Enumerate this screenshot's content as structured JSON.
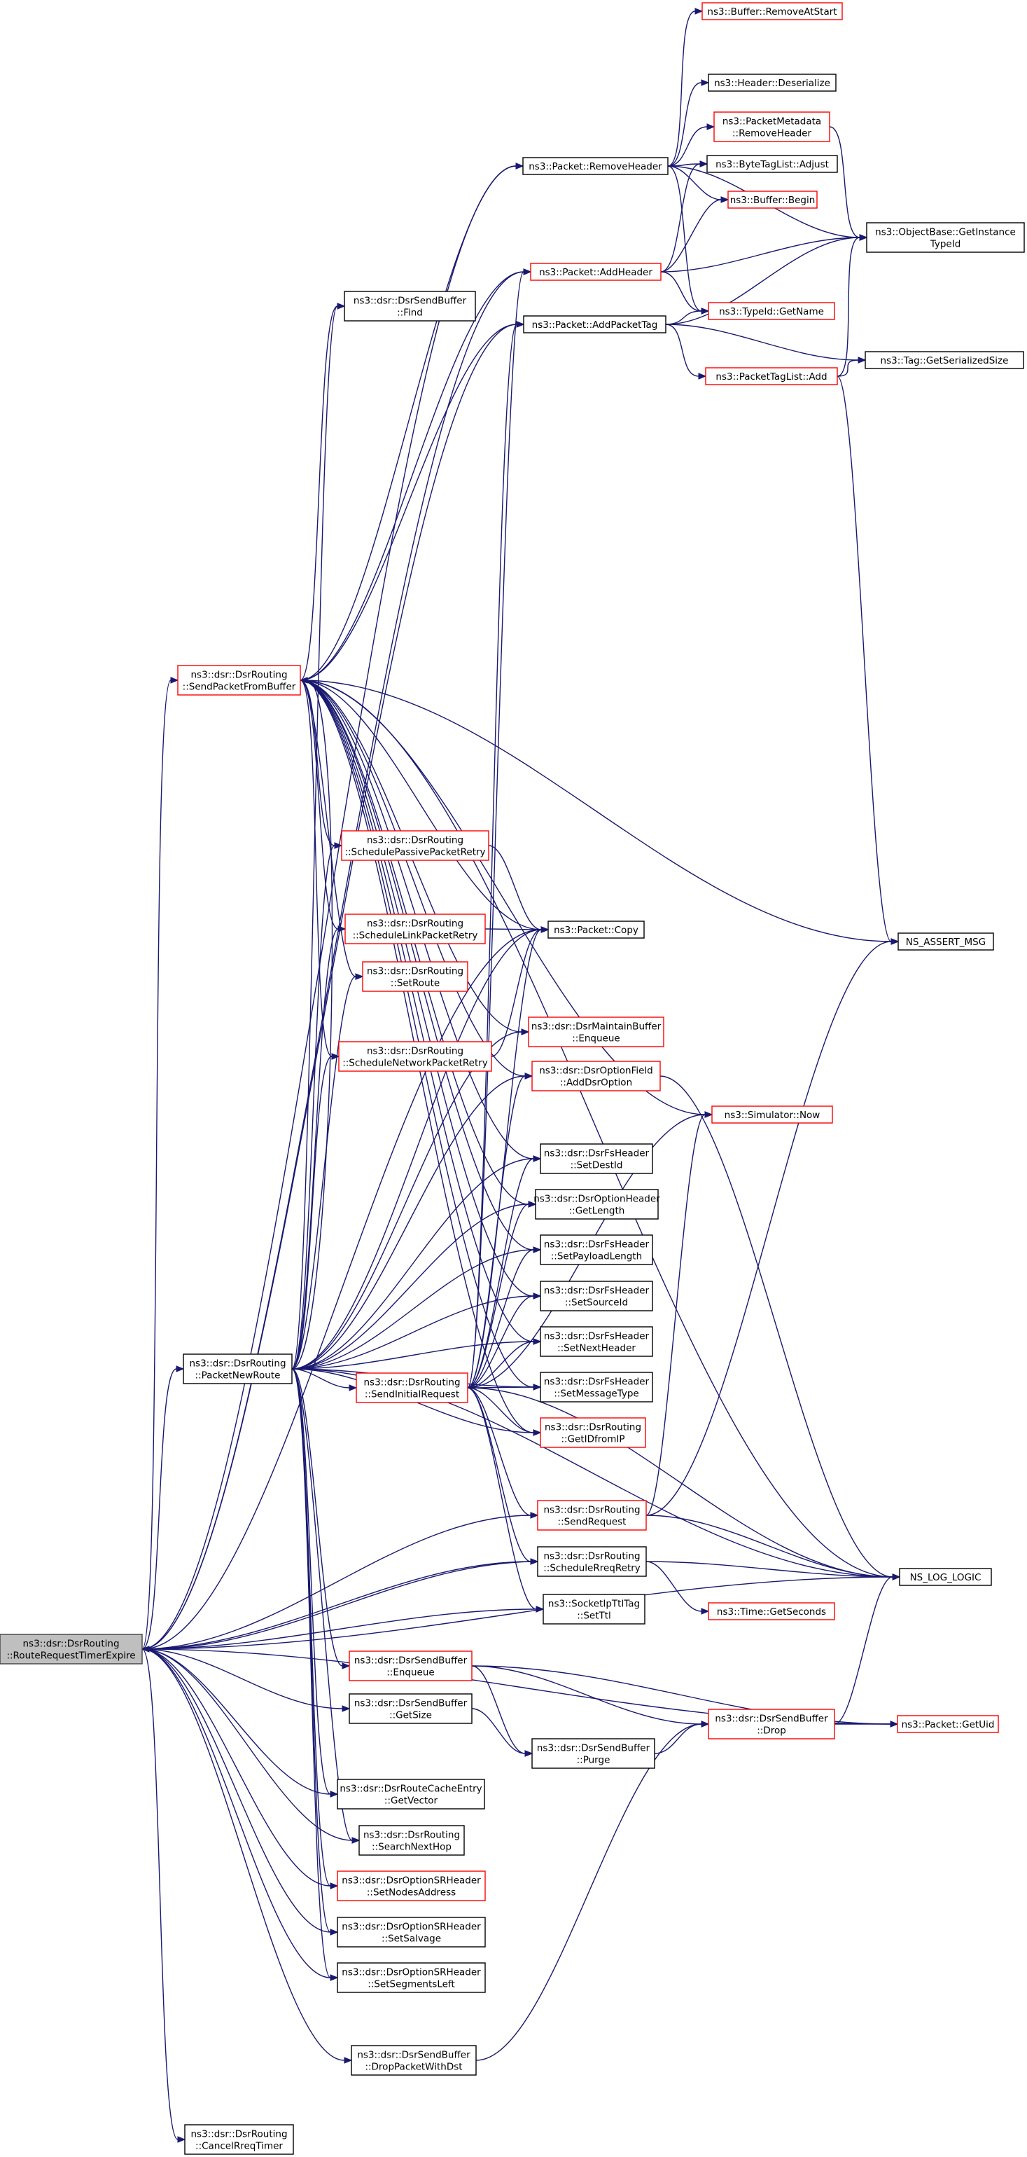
{
  "colors": {
    "edge": "#191970",
    "node_border_documented": "#000000",
    "node_border_truncated": "#ff0000",
    "node_fill": "#ffffff",
    "root_fill": "#bfbfbf",
    "root_border": "#404040"
  },
  "nodes": [
    {
      "id": "root",
      "lines": [
        "ns3::dsr::DsrRouting",
        "::RouteRequestTimerExpire"
      ],
      "style": "root"
    },
    {
      "id": "sendPacketFromBuffer",
      "lines": [
        "ns3::dsr::DsrRouting",
        "::SendPacketFromBuffer"
      ],
      "style": "red"
    },
    {
      "id": "packetNewRoute",
      "lines": [
        "ns3::dsr::DsrRouting",
        "::PacketNewRoute"
      ],
      "style": "black"
    },
    {
      "id": "cancelRreqTimer",
      "lines": [
        "ns3::dsr::DsrRouting",
        "::CancelRreqTimer"
      ],
      "style": "black"
    },
    {
      "id": "bufRemoveAtStart",
      "lines": [
        "ns3::Buffer::RemoveAtStart"
      ],
      "style": "red"
    },
    {
      "id": "headerDeserialize",
      "lines": [
        "ns3::Header::Deserialize"
      ],
      "style": "black"
    },
    {
      "id": "pmRemoveHeader",
      "lines": [
        "ns3::PacketMetadata",
        "::RemoveHeader"
      ],
      "style": "red"
    },
    {
      "id": "packetRemoveHeader",
      "lines": [
        "ns3::Packet::RemoveHeader"
      ],
      "style": "black"
    },
    {
      "id": "byteTagAdjust",
      "lines": [
        "ns3::ByteTagList::Adjust"
      ],
      "style": "black"
    },
    {
      "id": "bufBegin",
      "lines": [
        "ns3::Buffer::Begin"
      ],
      "style": "red"
    },
    {
      "id": "objGetInstanceTypeId",
      "lines": [
        "ns3::ObjectBase::GetInstance",
        "TypeId"
      ],
      "style": "black"
    },
    {
      "id": "dsrSendBufferFind",
      "lines": [
        "ns3::dsr::DsrSendBuffer",
        "::Find"
      ],
      "style": "black"
    },
    {
      "id": "packetAddHeader",
      "lines": [
        "ns3::Packet::AddHeader"
      ],
      "style": "red"
    },
    {
      "id": "typeIdGetName",
      "lines": [
        "ns3::TypeId::GetName"
      ],
      "style": "red"
    },
    {
      "id": "packetAddPacketTag",
      "lines": [
        "ns3::Packet::AddPacketTag"
      ],
      "style": "black"
    },
    {
      "id": "packetTagListAdd",
      "lines": [
        "ns3::PacketTagList::Add"
      ],
      "style": "red"
    },
    {
      "id": "tagGetSerializedSize",
      "lines": [
        "ns3::Tag::GetSerializedSize"
      ],
      "style": "black"
    },
    {
      "id": "schedulePassive",
      "lines": [
        "ns3::dsr::DsrRouting",
        "::SchedulePassivePacketRetry"
      ],
      "style": "red"
    },
    {
      "id": "scheduleLink",
      "lines": [
        "ns3::dsr::DsrRouting",
        "::ScheduleLinkPacketRetry"
      ],
      "style": "red"
    },
    {
      "id": "packetCopy",
      "lines": [
        "ns3::Packet::Copy"
      ],
      "style": "black"
    },
    {
      "id": "nsAssertMsg",
      "lines": [
        "NS_ASSERT_MSG"
      ],
      "style": "black"
    },
    {
      "id": "setRoute",
      "lines": [
        "ns3::dsr::DsrRouting",
        "::SetRoute"
      ],
      "style": "red"
    },
    {
      "id": "scheduleNetwork",
      "lines": [
        "ns3::dsr::DsrRouting",
        "::ScheduleNetworkPacketRetry"
      ],
      "style": "red"
    },
    {
      "id": "maintainEnqueue",
      "lines": [
        "ns3::dsr::DsrMaintainBuffer",
        "::Enqueue"
      ],
      "style": "red"
    },
    {
      "id": "addDsrOption",
      "lines": [
        "ns3::dsr::DsrOptionField",
        "::AddDsrOption"
      ],
      "style": "red"
    },
    {
      "id": "simulatorNow",
      "lines": [
        "ns3::Simulator::Now"
      ],
      "style": "red"
    },
    {
      "id": "fsSetDestId",
      "lines": [
        "ns3::dsr::DsrFsHeader",
        "::SetDestId"
      ],
      "style": "black"
    },
    {
      "id": "optGetLength",
      "lines": [
        "ns3::dsr::DsrOptionHeader",
        "::GetLength"
      ],
      "style": "black"
    },
    {
      "id": "fsSetPayloadLength",
      "lines": [
        "ns3::dsr::DsrFsHeader",
        "::SetPayloadLength"
      ],
      "style": "black"
    },
    {
      "id": "fsSetSourceId",
      "lines": [
        "ns3::dsr::DsrFsHeader",
        "::SetSourceId"
      ],
      "style": "black"
    },
    {
      "id": "fsSetNextHeader",
      "lines": [
        "ns3::dsr::DsrFsHeader",
        "::SetNextHeader"
      ],
      "style": "black"
    },
    {
      "id": "sendInitialRequest",
      "lines": [
        "ns3::dsr::DsrRouting",
        "::SendInitialRequest"
      ],
      "style": "red"
    },
    {
      "id": "fsSetMessageType",
      "lines": [
        "ns3::dsr::DsrFsHeader",
        "::SetMessageType"
      ],
      "style": "black"
    },
    {
      "id": "getIDfromIP",
      "lines": [
        "ns3::dsr::DsrRouting",
        "::GetIDfromIP"
      ],
      "style": "red"
    },
    {
      "id": "sendRequest",
      "lines": [
        "ns3::dsr::DsrRouting",
        "::SendRequest"
      ],
      "style": "red"
    },
    {
      "id": "scheduleRreqRetry",
      "lines": [
        "ns3::dsr::DsrRouting",
        "::ScheduleRreqRetry"
      ],
      "style": "black"
    },
    {
      "id": "nsLogLogic",
      "lines": [
        "NS_LOG_LOGIC"
      ],
      "style": "black"
    },
    {
      "id": "socketSetTtl",
      "lines": [
        "ns3::SocketIpTtlTag",
        "::SetTtl"
      ],
      "style": "black"
    },
    {
      "id": "timeGetSeconds",
      "lines": [
        "ns3::Time::GetSeconds"
      ],
      "style": "red"
    },
    {
      "id": "sendBufferEnqueue",
      "lines": [
        "ns3::dsr::DsrSendBuffer",
        "::Enqueue"
      ],
      "style": "red"
    },
    {
      "id": "sendBufferGetSize",
      "lines": [
        "ns3::dsr::DsrSendBuffer",
        "::GetSize"
      ],
      "style": "black"
    },
    {
      "id": "sendBufferDrop",
      "lines": [
        "ns3::dsr::DsrSendBuffer",
        "::Drop"
      ],
      "style": "red"
    },
    {
      "id": "packetGetUid",
      "lines": [
        "ns3::Packet::GetUid"
      ],
      "style": "red"
    },
    {
      "id": "sendBufferPurge",
      "lines": [
        "ns3::dsr::DsrSendBuffer",
        "::Purge"
      ],
      "style": "black"
    },
    {
      "id": "routeCacheGetVector",
      "lines": [
        "ns3::dsr::DsrRouteCacheEntry",
        "::GetVector"
      ],
      "style": "black"
    },
    {
      "id": "searchNextHop",
      "lines": [
        "ns3::dsr::DsrRouting",
        "::SearchNextHop"
      ],
      "style": "black"
    },
    {
      "id": "srSetNodesAddress",
      "lines": [
        "ns3::dsr::DsrOptionSRHeader",
        "::SetNodesAddress"
      ],
      "style": "red"
    },
    {
      "id": "srSetSalvage",
      "lines": [
        "ns3::dsr::DsrOptionSRHeader",
        "::SetSalvage"
      ],
      "style": "black"
    },
    {
      "id": "srSetSegmentsLeft",
      "lines": [
        "ns3::dsr::DsrOptionSRHeader",
        "::SetSegmentsLeft"
      ],
      "style": "black"
    },
    {
      "id": "dropPacketWithDst",
      "lines": [
        "ns3::dsr::DsrSendBuffer",
        "::DropPacketWithDst"
      ],
      "style": "black"
    }
  ],
  "edges": [
    [
      "root",
      "sendPacketFromBuffer"
    ],
    [
      "root",
      "packetNewRoute"
    ],
    [
      "root",
      "cancelRreqTimer"
    ],
    [
      "root",
      "packetRemoveHeader"
    ],
    [
      "root",
      "packetAddHeader"
    ],
    [
      "root",
      "packetAddPacketTag"
    ],
    [
      "root",
      "packetCopy"
    ],
    [
      "root",
      "sendRequest"
    ],
    [
      "root",
      "scheduleRreqRetry"
    ],
    [
      "root",
      "sendBufferGetSize"
    ],
    [
      "root",
      "routeCacheGetVector"
    ],
    [
      "root",
      "searchNextHop"
    ],
    [
      "root",
      "srSetNodesAddress"
    ],
    [
      "root",
      "srSetSalvage"
    ],
    [
      "root",
      "srSetSegmentsLeft"
    ],
    [
      "root",
      "dropPacketWithDst"
    ],
    [
      "root",
      "socketSetTtl"
    ],
    [
      "root",
      "packetGetUid"
    ],
    [
      "root",
      "nsLogLogic"
    ],
    [
      "sendPacketFromBuffer",
      "dsrSendBufferFind"
    ],
    [
      "sendPacketFromBuffer",
      "packetRemoveHeader"
    ],
    [
      "sendPacketFromBuffer",
      "packetAddHeader"
    ],
    [
      "sendPacketFromBuffer",
      "packetAddPacketTag"
    ],
    [
      "sendPacketFromBuffer",
      "schedulePassive"
    ],
    [
      "sendPacketFromBuffer",
      "scheduleLink"
    ],
    [
      "sendPacketFromBuffer",
      "packetCopy"
    ],
    [
      "sendPacketFromBuffer",
      "setRoute"
    ],
    [
      "sendPacketFromBuffer",
      "scheduleNetwork"
    ],
    [
      "sendPacketFromBuffer",
      "maintainEnqueue"
    ],
    [
      "sendPacketFromBuffer",
      "addDsrOption"
    ],
    [
      "sendPacketFromBuffer",
      "simulatorNow"
    ],
    [
      "sendPacketFromBuffer",
      "fsSetDestId"
    ],
    [
      "sendPacketFromBuffer",
      "optGetLength"
    ],
    [
      "sendPacketFromBuffer",
      "fsSetPayloadLength"
    ],
    [
      "sendPacketFromBuffer",
      "fsSetSourceId"
    ],
    [
      "sendPacketFromBuffer",
      "fsSetNextHeader"
    ],
    [
      "sendPacketFromBuffer",
      "fsSetMessageType"
    ],
    [
      "sendPacketFromBuffer",
      "getIDfromIP"
    ],
    [
      "sendPacketFromBuffer",
      "nsAssertMsg"
    ],
    [
      "sendPacketFromBuffer",
      "nsLogLogic"
    ],
    [
      "packetNewRoute",
      "sendPacketFromBuffer"
    ],
    [
      "packetNewRoute",
      "dsrSendBufferFind"
    ],
    [
      "packetNewRoute",
      "schedulePassive"
    ],
    [
      "packetNewRoute",
      "scheduleLink"
    ],
    [
      "packetNewRoute",
      "setRoute"
    ],
    [
      "packetNewRoute",
      "scheduleNetwork"
    ],
    [
      "packetNewRoute",
      "packetCopy"
    ],
    [
      "packetNewRoute",
      "maintainEnqueue"
    ],
    [
      "packetNewRoute",
      "addDsrOption"
    ],
    [
      "packetNewRoute",
      "fsSetDestId"
    ],
    [
      "packetNewRoute",
      "optGetLength"
    ],
    [
      "packetNewRoute",
      "fsSetPayloadLength"
    ],
    [
      "packetNewRoute",
      "fsSetSourceId"
    ],
    [
      "packetNewRoute",
      "fsSetNextHeader"
    ],
    [
      "packetNewRoute",
      "sendInitialRequest"
    ],
    [
      "packetNewRoute",
      "fsSetMessageType"
    ],
    [
      "packetNewRoute",
      "getIDfromIP"
    ],
    [
      "packetNewRoute",
      "sendBufferEnqueue"
    ],
    [
      "packetNewRoute",
      "routeCacheGetVector"
    ],
    [
      "packetNewRoute",
      "searchNextHop"
    ],
    [
      "packetNewRoute",
      "srSetNodesAddress"
    ],
    [
      "packetNewRoute",
      "srSetSalvage"
    ],
    [
      "packetNewRoute",
      "srSetSegmentsLeft"
    ],
    [
      "packetNewRoute",
      "nsLogLogic"
    ],
    [
      "packetRemoveHeader",
      "bufRemoveAtStart"
    ],
    [
      "packetRemoveHeader",
      "headerDeserialize"
    ],
    [
      "packetRemoveHeader",
      "pmRemoveHeader"
    ],
    [
      "packetRemoveHeader",
      "byteTagAdjust"
    ],
    [
      "packetRemoveHeader",
      "bufBegin"
    ],
    [
      "packetRemoveHeader",
      "objGetInstanceTypeId"
    ],
    [
      "packetRemoveHeader",
      "typeIdGetName"
    ],
    [
      "pmRemoveHeader",
      "objGetInstanceTypeId"
    ],
    [
      "packetAddHeader",
      "byteTagAdjust"
    ],
    [
      "packetAddHeader",
      "bufBegin"
    ],
    [
      "packetAddHeader",
      "objGetInstanceTypeId"
    ],
    [
      "packetAddHeader",
      "typeIdGetName"
    ],
    [
      "packetAddPacketTag",
      "typeIdGetName"
    ],
    [
      "packetAddPacketTag",
      "objGetInstanceTypeId"
    ],
    [
      "packetAddPacketTag",
      "packetTagListAdd"
    ],
    [
      "packetAddPacketTag",
      "tagGetSerializedSize"
    ],
    [
      "packetTagListAdd",
      "objGetInstanceTypeId"
    ],
    [
      "packetTagListAdd",
      "tagGetSerializedSize"
    ],
    [
      "packetTagListAdd",
      "nsAssertMsg"
    ],
    [
      "schedulePassive",
      "packetCopy"
    ],
    [
      "scheduleLink",
      "packetCopy"
    ],
    [
      "scheduleNetwork",
      "packetCopy"
    ],
    [
      "sendInitialRequest",
      "packetAddHeader"
    ],
    [
      "sendInitialRequest",
      "packetAddPacketTag"
    ],
    [
      "sendInitialRequest",
      "packetCopy"
    ],
    [
      "sendInitialRequest",
      "addDsrOption"
    ],
    [
      "sendInitialRequest",
      "simulatorNow"
    ],
    [
      "sendInitialRequest",
      "fsSetDestId"
    ],
    [
      "sendInitialRequest",
      "optGetLength"
    ],
    [
      "sendInitialRequest",
      "fsSetPayloadLength"
    ],
    [
      "sendInitialRequest",
      "fsSetSourceId"
    ],
    [
      "sendInitialRequest",
      "fsSetNextHeader"
    ],
    [
      "sendInitialRequest",
      "fsSetMessageType"
    ],
    [
      "sendInitialRequest",
      "getIDfromIP"
    ],
    [
      "sendInitialRequest",
      "sendRequest"
    ],
    [
      "sendInitialRequest",
      "scheduleRreqRetry"
    ],
    [
      "sendInitialRequest",
      "socketSetTtl"
    ],
    [
      "sendInitialRequest",
      "nsLogLogic"
    ],
    [
      "addDsrOption",
      "nsLogLogic"
    ],
    [
      "sendRequest",
      "simulatorNow"
    ],
    [
      "sendRequest",
      "nsAssertMsg"
    ],
    [
      "sendRequest",
      "nsLogLogic"
    ],
    [
      "scheduleRreqRetry",
      "root"
    ],
    [
      "scheduleRreqRetry",
      "nsLogLogic"
    ],
    [
      "scheduleRreqRetry",
      "timeGetSeconds"
    ],
    [
      "sendBufferEnqueue",
      "sendBufferPurge"
    ],
    [
      "sendBufferEnqueue",
      "sendBufferDrop"
    ],
    [
      "sendBufferEnqueue",
      "packetGetUid"
    ],
    [
      "sendBufferGetSize",
      "sendBufferPurge"
    ],
    [
      "sendBufferPurge",
      "sendBufferDrop"
    ],
    [
      "sendBufferDrop",
      "packetGetUid"
    ],
    [
      "sendBufferDrop",
      "nsLogLogic"
    ],
    [
      "dropPacketWithDst",
      "sendBufferDrop"
    ]
  ]
}
